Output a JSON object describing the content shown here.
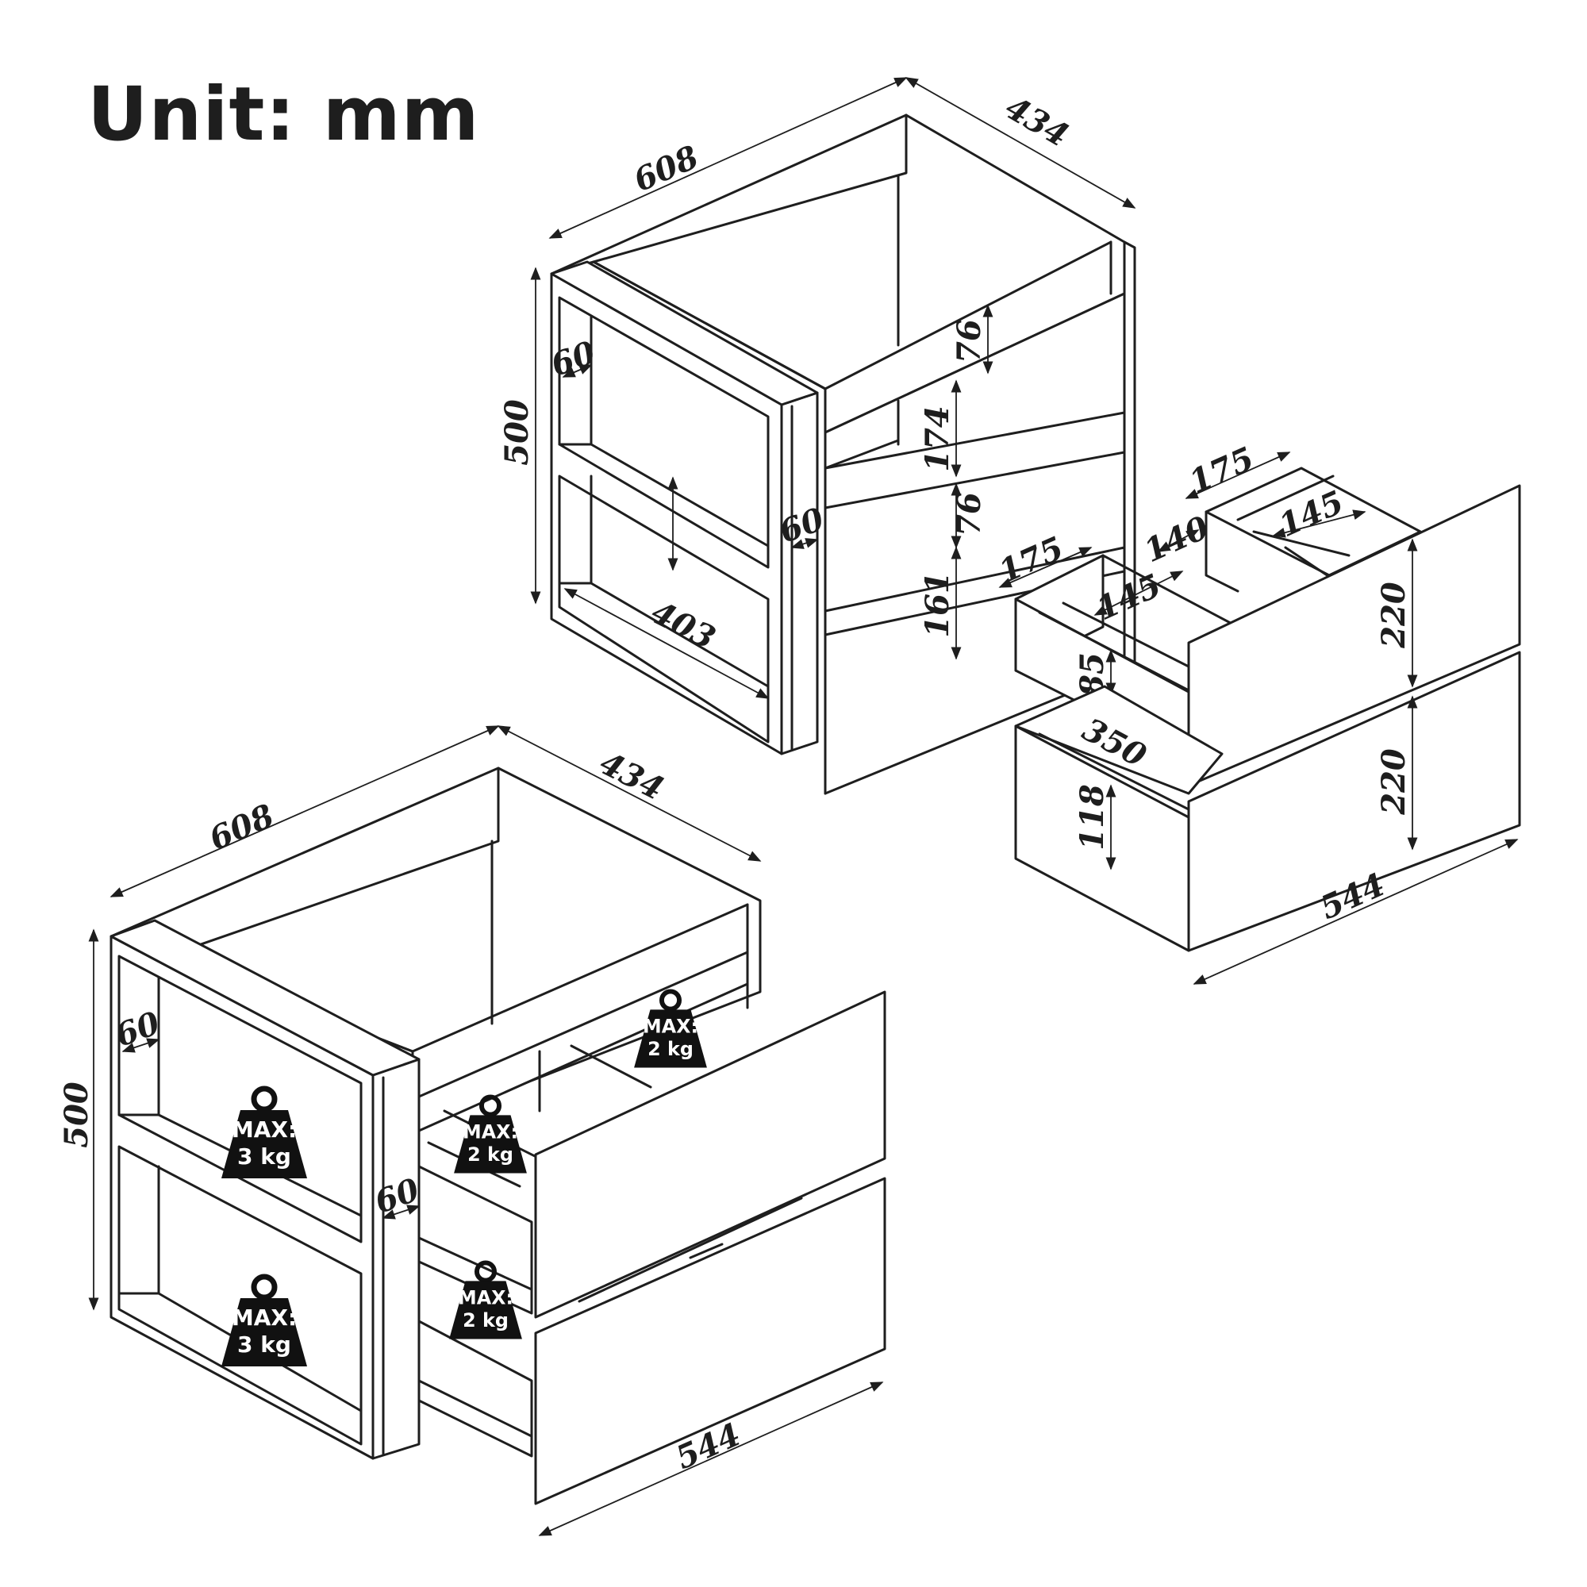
{
  "title": "Unit: mm",
  "colors": {
    "line": "#1e1e1e",
    "background": "#ffffff",
    "weight": "#111111"
  },
  "top_cabinet": {
    "width": "608",
    "depth": "434",
    "height": "500",
    "side_panel": "60",
    "front_post": "60",
    "top_rail": "76",
    "upper_opening": "174",
    "middle_rail": "76",
    "lower_opening": "161",
    "shelf_depth": "403"
  },
  "upper_drawer": {
    "width_inner": "175",
    "side_gap": "140",
    "compartment": "145",
    "back_depth": "175",
    "back_compartment": "145",
    "height": "85",
    "front_height": "220"
  },
  "lower_drawer": {
    "depth": "350",
    "height": "118",
    "front_height": "220",
    "front_width": "544"
  },
  "bottom_cabinet": {
    "width": "608",
    "depth": "434",
    "height": "500",
    "side_panel": "60",
    "front_post": "60",
    "drawer_width": "544",
    "loads": [
      {
        "label": "MAX:",
        "value": "3 kg"
      },
      {
        "label": "MAX:",
        "value": "3 kg"
      },
      {
        "label": "MAX:",
        "value": "2 kg"
      },
      {
        "label": "MAX:",
        "value": "2 kg"
      },
      {
        "label": "MAX:",
        "value": "2 kg"
      }
    ]
  }
}
